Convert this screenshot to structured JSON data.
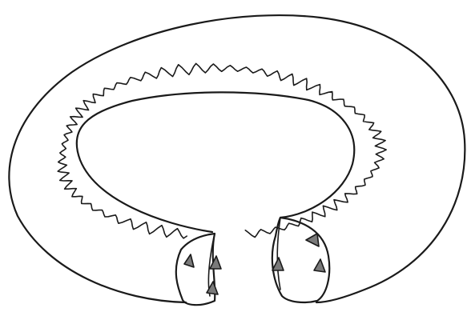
{
  "diagram": {
    "kind": "line-drawing",
    "stroke_color": "#1a1a1a",
    "arrow_fill": "#7a7a7a",
    "background": "#ffffff",
    "left_end_arrows": 3,
    "right_end_arrows": 3
  }
}
